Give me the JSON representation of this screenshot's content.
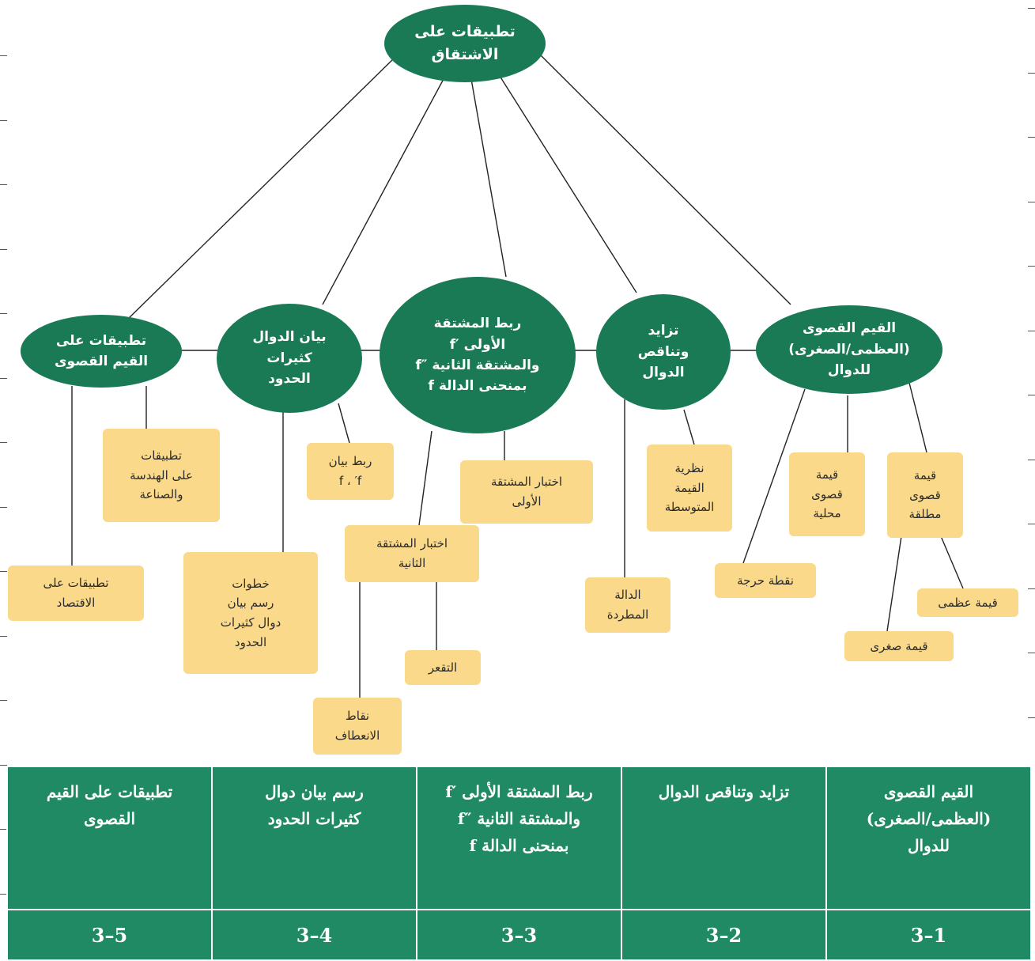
{
  "colors": {
    "concept_fill": "#1a7a55",
    "detail_fill": "#fbd98a",
    "table_fill": "#1f8a63",
    "connector": "#222222"
  },
  "root": "تطبيقات على\nالاشتقاق",
  "concepts": {
    "extrema": "القيم القصوى\n(العظمى/الصغرى)\nللدوال",
    "monotonic": "تزايد\nوتناقص\nالدوال",
    "derivatives": "ربط المشتقة\nالأولى ′f\nوالمشتقة الثانية ″f\nبمنحنى الدالة f",
    "polynomial_graphs": "بيان الدوال\nكثيرات\nالحدود",
    "extrema_applications": "تطبيقات على\nالقيم القصوى"
  },
  "details": {
    "absolute_extremum": "قيمة\nقصوى\nمطلقة",
    "local_extremum": "قيمة\nقصوى\nمحلية",
    "critical_point": "نقطة حرجة",
    "absolute_max": "قيمة عظمى",
    "absolute_min": "قيمة صغرى",
    "mean_value_theorem": "نظرية\nالقيمة\nالمتوسطة",
    "constant_function": "الدالة\nالمطردة",
    "first_derivative_test": "اختبار المشتقة\nالأولى",
    "second_derivative_test": "اختبار المشتقة\nالثانية",
    "concavity": "التقعر",
    "inflection_points": "نقاط\nالانعطاف",
    "link_f_fprime": "ربط بيان\nf ، ′f",
    "graphing_steps": "خطوات\nرسم بيان\nدوال كثيرات\nالحدود",
    "geometry_industry": "تطبيقات\nعلى الهندسة\nوالصناعة",
    "economics": "تطبيقات على\nالاقتصاد"
  },
  "table": {
    "titles": [
      "القيم القصوى\n(العظمى/الصغرى)\nللدوال",
      "تزايد وتناقص الدوال",
      "ربط المشتقة الأولى ′f\nوالمشتقة الثانية ″f\nبمنحنى الدالة f",
      "رسم بيان دوال\nكثيرات الحدود",
      "تطبيقات على القيم\nالقصوى"
    ],
    "numbers": [
      "3–1",
      "3–2",
      "3–3",
      "3–4",
      "3–5"
    ]
  }
}
